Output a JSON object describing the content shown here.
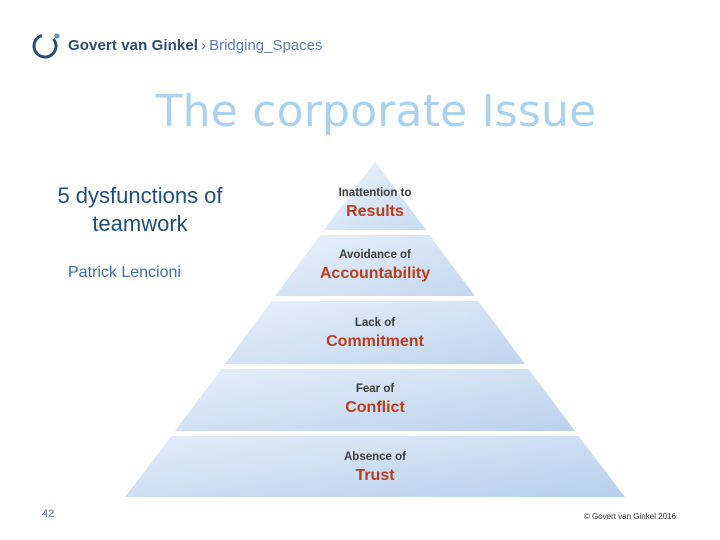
{
  "header": {
    "brand": "Govert van Ginkel",
    "separator": "›",
    "sub": "Bridging_Spaces"
  },
  "slide": {
    "title": "The corporate Issue",
    "subtitle_line1": "5 dysfunctions of",
    "subtitle_line2": "teamwork",
    "author": "Patrick Lencioni"
  },
  "pyramid": {
    "levels": [
      {
        "small": "Inattention to",
        "big": "Results"
      },
      {
        "small": "Avoidance of",
        "big": "Accountability"
      },
      {
        "small": "Lack of",
        "big": "Commitment"
      },
      {
        "small": "Fear of",
        "big": "Conflict"
      },
      {
        "small": "Absence of",
        "big": "Trust"
      }
    ],
    "colors": {
      "fill_top": "#e3edf9",
      "fill_bottom": "#bcd3ee",
      "label_small": "#3c3c3c",
      "label_big": "#bc3d1e"
    }
  },
  "footer": {
    "page_number": "42",
    "copyright": "© Govert van Ginkel 2016"
  }
}
